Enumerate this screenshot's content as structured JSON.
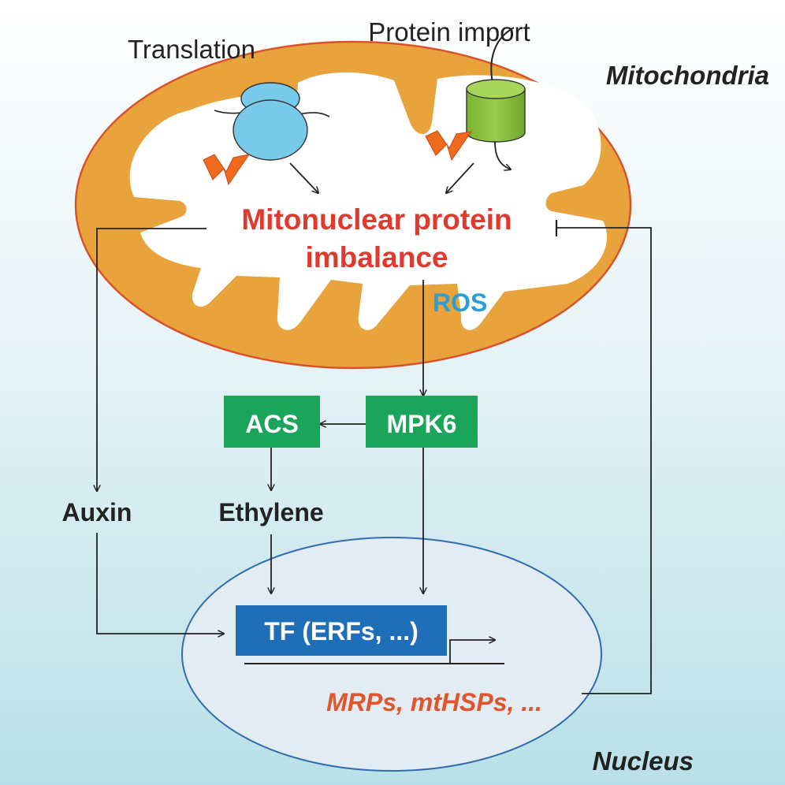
{
  "labels": {
    "translation": "Translation",
    "protein_import": "Protein import",
    "mitochondria": "Mitochondria",
    "imbalance_line1": "Mitonuclear protein",
    "imbalance_line2": "imbalance",
    "ros": "ROS",
    "acs": "ACS",
    "mpk6": "MPK6",
    "auxin": "Auxin",
    "ethylene": "Ethylene",
    "tf": "TF (ERFs, ...)",
    "genes": "MRPs, mtHSPs, ...",
    "nucleus": "Nucleus"
  },
  "colors": {
    "bg_top": "#ffffff",
    "bg_bottom": "#b9e0e8",
    "mito_membrane": "#e8a33d",
    "mito_outline": "#d9532a",
    "imbalance_text": "#e03a2f",
    "ros_text": "#2a9fd6",
    "kinase_box": "#1aa55a",
    "tf_box": "#1f6fb8",
    "gene_text": "#e0562a",
    "ribosome": "#79c9e8",
    "import_channel": "#8cc63f",
    "lightning": "#f06a1e",
    "nucleus_fill": "#e3ebf3",
    "nucleus_outline": "#2f6db0"
  }
}
